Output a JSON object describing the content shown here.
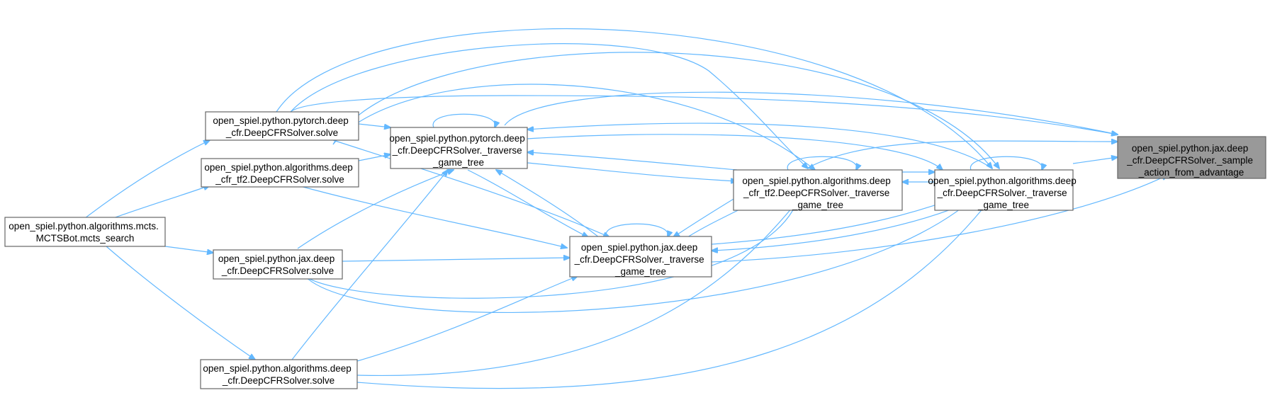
{
  "nodes": [
    {
      "id": "target",
      "lines": [
        "open_spiel.python.jax.deep",
        "_cfr.DeepCFRSolver._sample",
        "_action_from_advantage"
      ],
      "highlighted": true
    },
    {
      "id": "alg_traverse",
      "lines": [
        "open_spiel.python.algorithms.deep",
        "_cfr.DeepCFRSolver._traverse",
        "_game_tree"
      ]
    },
    {
      "id": "tf2_traverse",
      "lines": [
        "open_spiel.python.algorithms.deep",
        "_cfr_tf2.DeepCFRSolver._traverse",
        "_game_tree"
      ]
    },
    {
      "id": "pt_traverse",
      "lines": [
        "open_spiel.python.pytorch.deep",
        "_cfr.DeepCFRSolver._traverse",
        "_game_tree"
      ]
    },
    {
      "id": "jax_traverse",
      "lines": [
        "open_spiel.python.jax.deep",
        "_cfr.DeepCFRSolver._traverse",
        "_game_tree"
      ]
    },
    {
      "id": "pt_solve",
      "lines": [
        "open_spiel.python.pytorch.deep",
        "_cfr.DeepCFRSolver.solve"
      ]
    },
    {
      "id": "tf2_solve",
      "lines": [
        "open_spiel.python.algorithms.deep",
        "_cfr_tf2.DeepCFRSolver.solve"
      ]
    },
    {
      "id": "jax_solve",
      "lines": [
        "open_spiel.python.jax.deep",
        "_cfr.DeepCFRSolver.solve"
      ]
    },
    {
      "id": "alg_solve",
      "lines": [
        "open_spiel.python.algorithms.deep",
        "_cfr.DeepCFRSolver.solve"
      ]
    },
    {
      "id": "mcts",
      "lines": [
        "open_spiel.python.algorithms.mcts.",
        "MCTSBot.mcts_search"
      ]
    }
  ],
  "edges": [
    [
      "alg_traverse",
      "target"
    ],
    [
      "tf2_traverse",
      "target"
    ],
    [
      "pt_traverse",
      "target"
    ],
    [
      "jax_traverse",
      "target"
    ],
    [
      "pt_solve",
      "target"
    ],
    [
      "alg_traverse",
      "alg_traverse"
    ],
    [
      "tf2_traverse",
      "tf2_traverse"
    ],
    [
      "pt_traverse",
      "pt_traverse"
    ],
    [
      "jax_traverse",
      "jax_traverse"
    ],
    [
      "tf2_traverse",
      "alg_traverse"
    ],
    [
      "alg_traverse",
      "tf2_traverse"
    ],
    [
      "alg_traverse",
      "pt_traverse"
    ],
    [
      "pt_traverse",
      "alg_traverse"
    ],
    [
      "alg_traverse",
      "jax_traverse"
    ],
    [
      "jax_traverse",
      "alg_traverse"
    ],
    [
      "tf2_traverse",
      "pt_traverse"
    ],
    [
      "pt_traverse",
      "tf2_traverse"
    ],
    [
      "tf2_traverse",
      "jax_traverse"
    ],
    [
      "jax_traverse",
      "tf2_traverse"
    ],
    [
      "pt_traverse",
      "jax_traverse"
    ],
    [
      "jax_traverse",
      "pt_traverse"
    ],
    [
      "pt_solve",
      "alg_traverse"
    ],
    [
      "pt_solve",
      "tf2_traverse"
    ],
    [
      "pt_solve",
      "pt_traverse"
    ],
    [
      "pt_solve",
      "jax_traverse"
    ],
    [
      "tf2_solve",
      "alg_traverse"
    ],
    [
      "tf2_solve",
      "tf2_traverse"
    ],
    [
      "tf2_solve",
      "pt_traverse"
    ],
    [
      "tf2_solve",
      "jax_traverse"
    ],
    [
      "jax_solve",
      "alg_traverse"
    ],
    [
      "jax_solve",
      "tf2_traverse"
    ],
    [
      "jax_solve",
      "pt_traverse"
    ],
    [
      "jax_solve",
      "jax_traverse"
    ],
    [
      "alg_solve",
      "alg_traverse"
    ],
    [
      "alg_solve",
      "tf2_traverse"
    ],
    [
      "alg_solve",
      "pt_traverse"
    ],
    [
      "alg_solve",
      "jax_traverse"
    ],
    [
      "mcts",
      "pt_solve"
    ],
    [
      "mcts",
      "tf2_solve"
    ],
    [
      "mcts",
      "jax_solve"
    ],
    [
      "mcts",
      "alg_solve"
    ]
  ]
}
